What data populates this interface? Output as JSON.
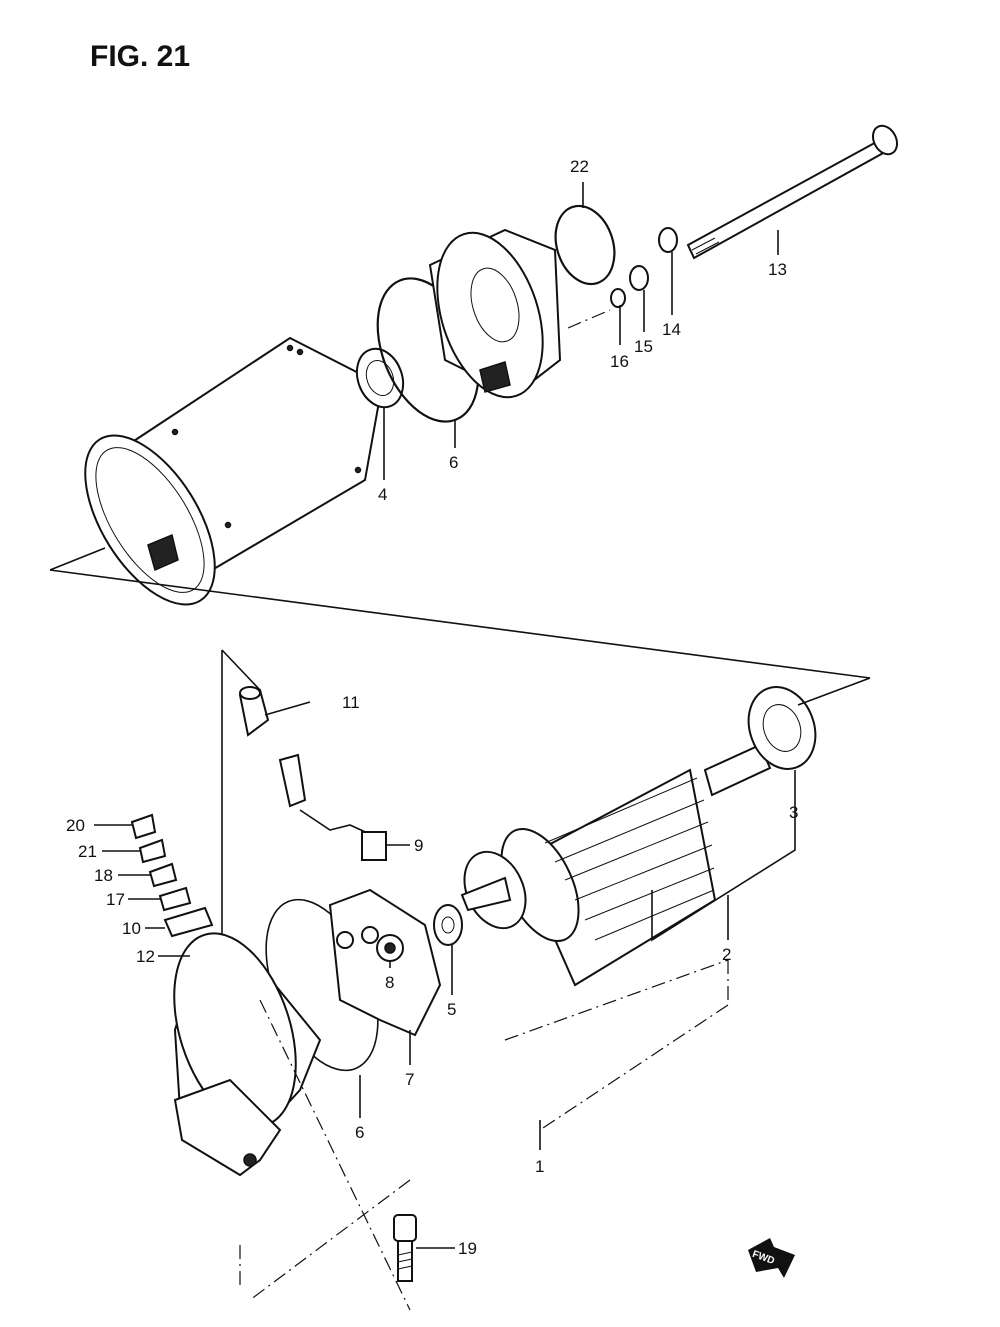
{
  "figure": {
    "title": "FIG. 21",
    "fwd_label": "FWD"
  },
  "callouts": [
    {
      "id": "c22",
      "text": "22"
    },
    {
      "id": "c13",
      "text": "13"
    },
    {
      "id": "c14",
      "text": "14"
    },
    {
      "id": "c15",
      "text": "15"
    },
    {
      "id": "c16",
      "text": "16"
    },
    {
      "id": "c6a",
      "text": "6"
    },
    {
      "id": "c4",
      "text": "4"
    },
    {
      "id": "c11",
      "text": "11"
    },
    {
      "id": "c9",
      "text": "9"
    },
    {
      "id": "c3",
      "text": "3"
    },
    {
      "id": "c2",
      "text": "2"
    },
    {
      "id": "c20",
      "text": "20"
    },
    {
      "id": "c21",
      "text": "21"
    },
    {
      "id": "c18",
      "text": "18"
    },
    {
      "id": "c17",
      "text": "17"
    },
    {
      "id": "c10",
      "text": "10"
    },
    {
      "id": "c12",
      "text": "12"
    },
    {
      "id": "c8",
      "text": "8"
    },
    {
      "id": "c5",
      "text": "5"
    },
    {
      "id": "c7",
      "text": "7"
    },
    {
      "id": "c6b",
      "text": "6"
    },
    {
      "id": "c1",
      "text": "1"
    },
    {
      "id": "c19",
      "text": "19"
    }
  ]
}
